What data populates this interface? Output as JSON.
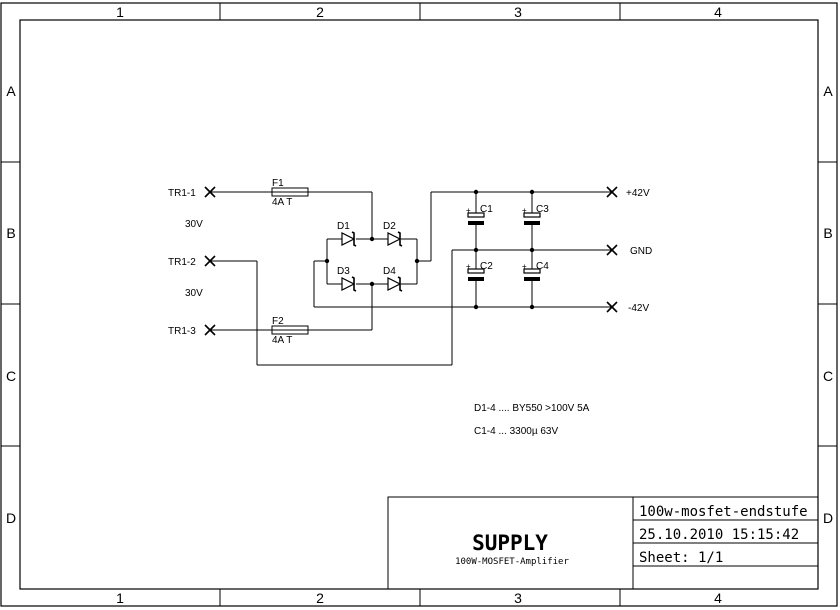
{
  "frame": {
    "columns": [
      "1",
      "2",
      "3",
      "4"
    ],
    "rows": [
      "A",
      "B",
      "C",
      "D"
    ]
  },
  "terminals": {
    "tr1_1": "TR1-1",
    "tr1_2": "TR1-2",
    "tr1_3": "TR1-3",
    "pos42": "+42V",
    "gnd": "GND",
    "neg42": "-42V"
  },
  "voltages": [
    "30V",
    "30V"
  ],
  "fuses": [
    {
      "name": "F1",
      "value": "4A T"
    },
    {
      "name": "F2",
      "value": "4A T"
    }
  ],
  "diodes": [
    "D1",
    "D2",
    "D3",
    "D4"
  ],
  "capacitors": [
    "C1",
    "C2",
    "C3",
    "C4"
  ],
  "polarity": "+",
  "notes": [
    "D1-4 .... BY550 >100V 5A",
    "C1-4 ... 3300µ 63V"
  ],
  "title_block": {
    "title": "SUPPLY",
    "subtitle": "100W-MOSFET-Amplifier",
    "project": "100w-mosfet-endstufe",
    "datetime": "25.10.2010 15:15:42",
    "sheet": "Sheet: 1/1"
  }
}
